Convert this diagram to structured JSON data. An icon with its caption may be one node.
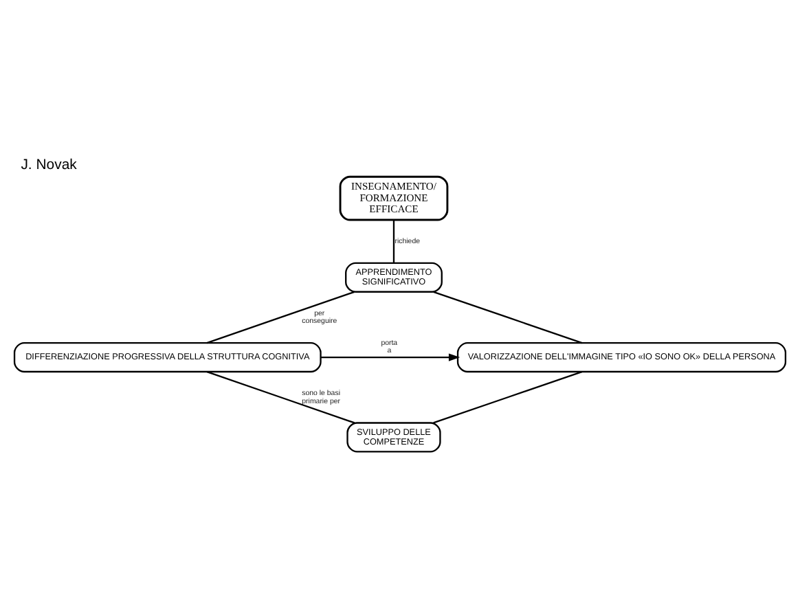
{
  "diagram": {
    "title": "J. Novak",
    "nodes": [
      {
        "text": [
          "INSEGNAMENTO/ FORMAZIONE EFFICACE"
        ]
      },
      {
        "text": [
          "APPRENDIMENTO SIGNIFICATIVO"
        ]
      },
      {
        "text": [
          "DIFFERENZIAZIONE PROGRESSIVA DELLA STRUTTURA COGNITIVA"
        ]
      },
      {
        "text": [
          "VALORIZZAZIONE DELL'IMMAGINE TIPO «IO SONO OK» DELLA PERSONA"
        ]
      },
      {
        "text": [
          "SVILUPPO DELLE COMPETENZE"
        ]
      }
    ],
    "edges": [
      {
        "from": 0,
        "to": 1,
        "arrow": "none",
        "label": "richiede"
      },
      {
        "from": 1,
        "to": 2,
        "arrow": "none",
        "label": "per conseguire"
      },
      {
        "from": 1,
        "to": 3,
        "arrow": "none"
      },
      {
        "from": 2,
        "to": 3,
        "arrow": "to",
        "label": "porta a"
      },
      {
        "from": 2,
        "to": 4,
        "arrow": "none",
        "label": "sono le basi primarie per"
      },
      {
        "from": 3,
        "to": 4,
        "arrow": "none"
      }
    ]
  }
}
